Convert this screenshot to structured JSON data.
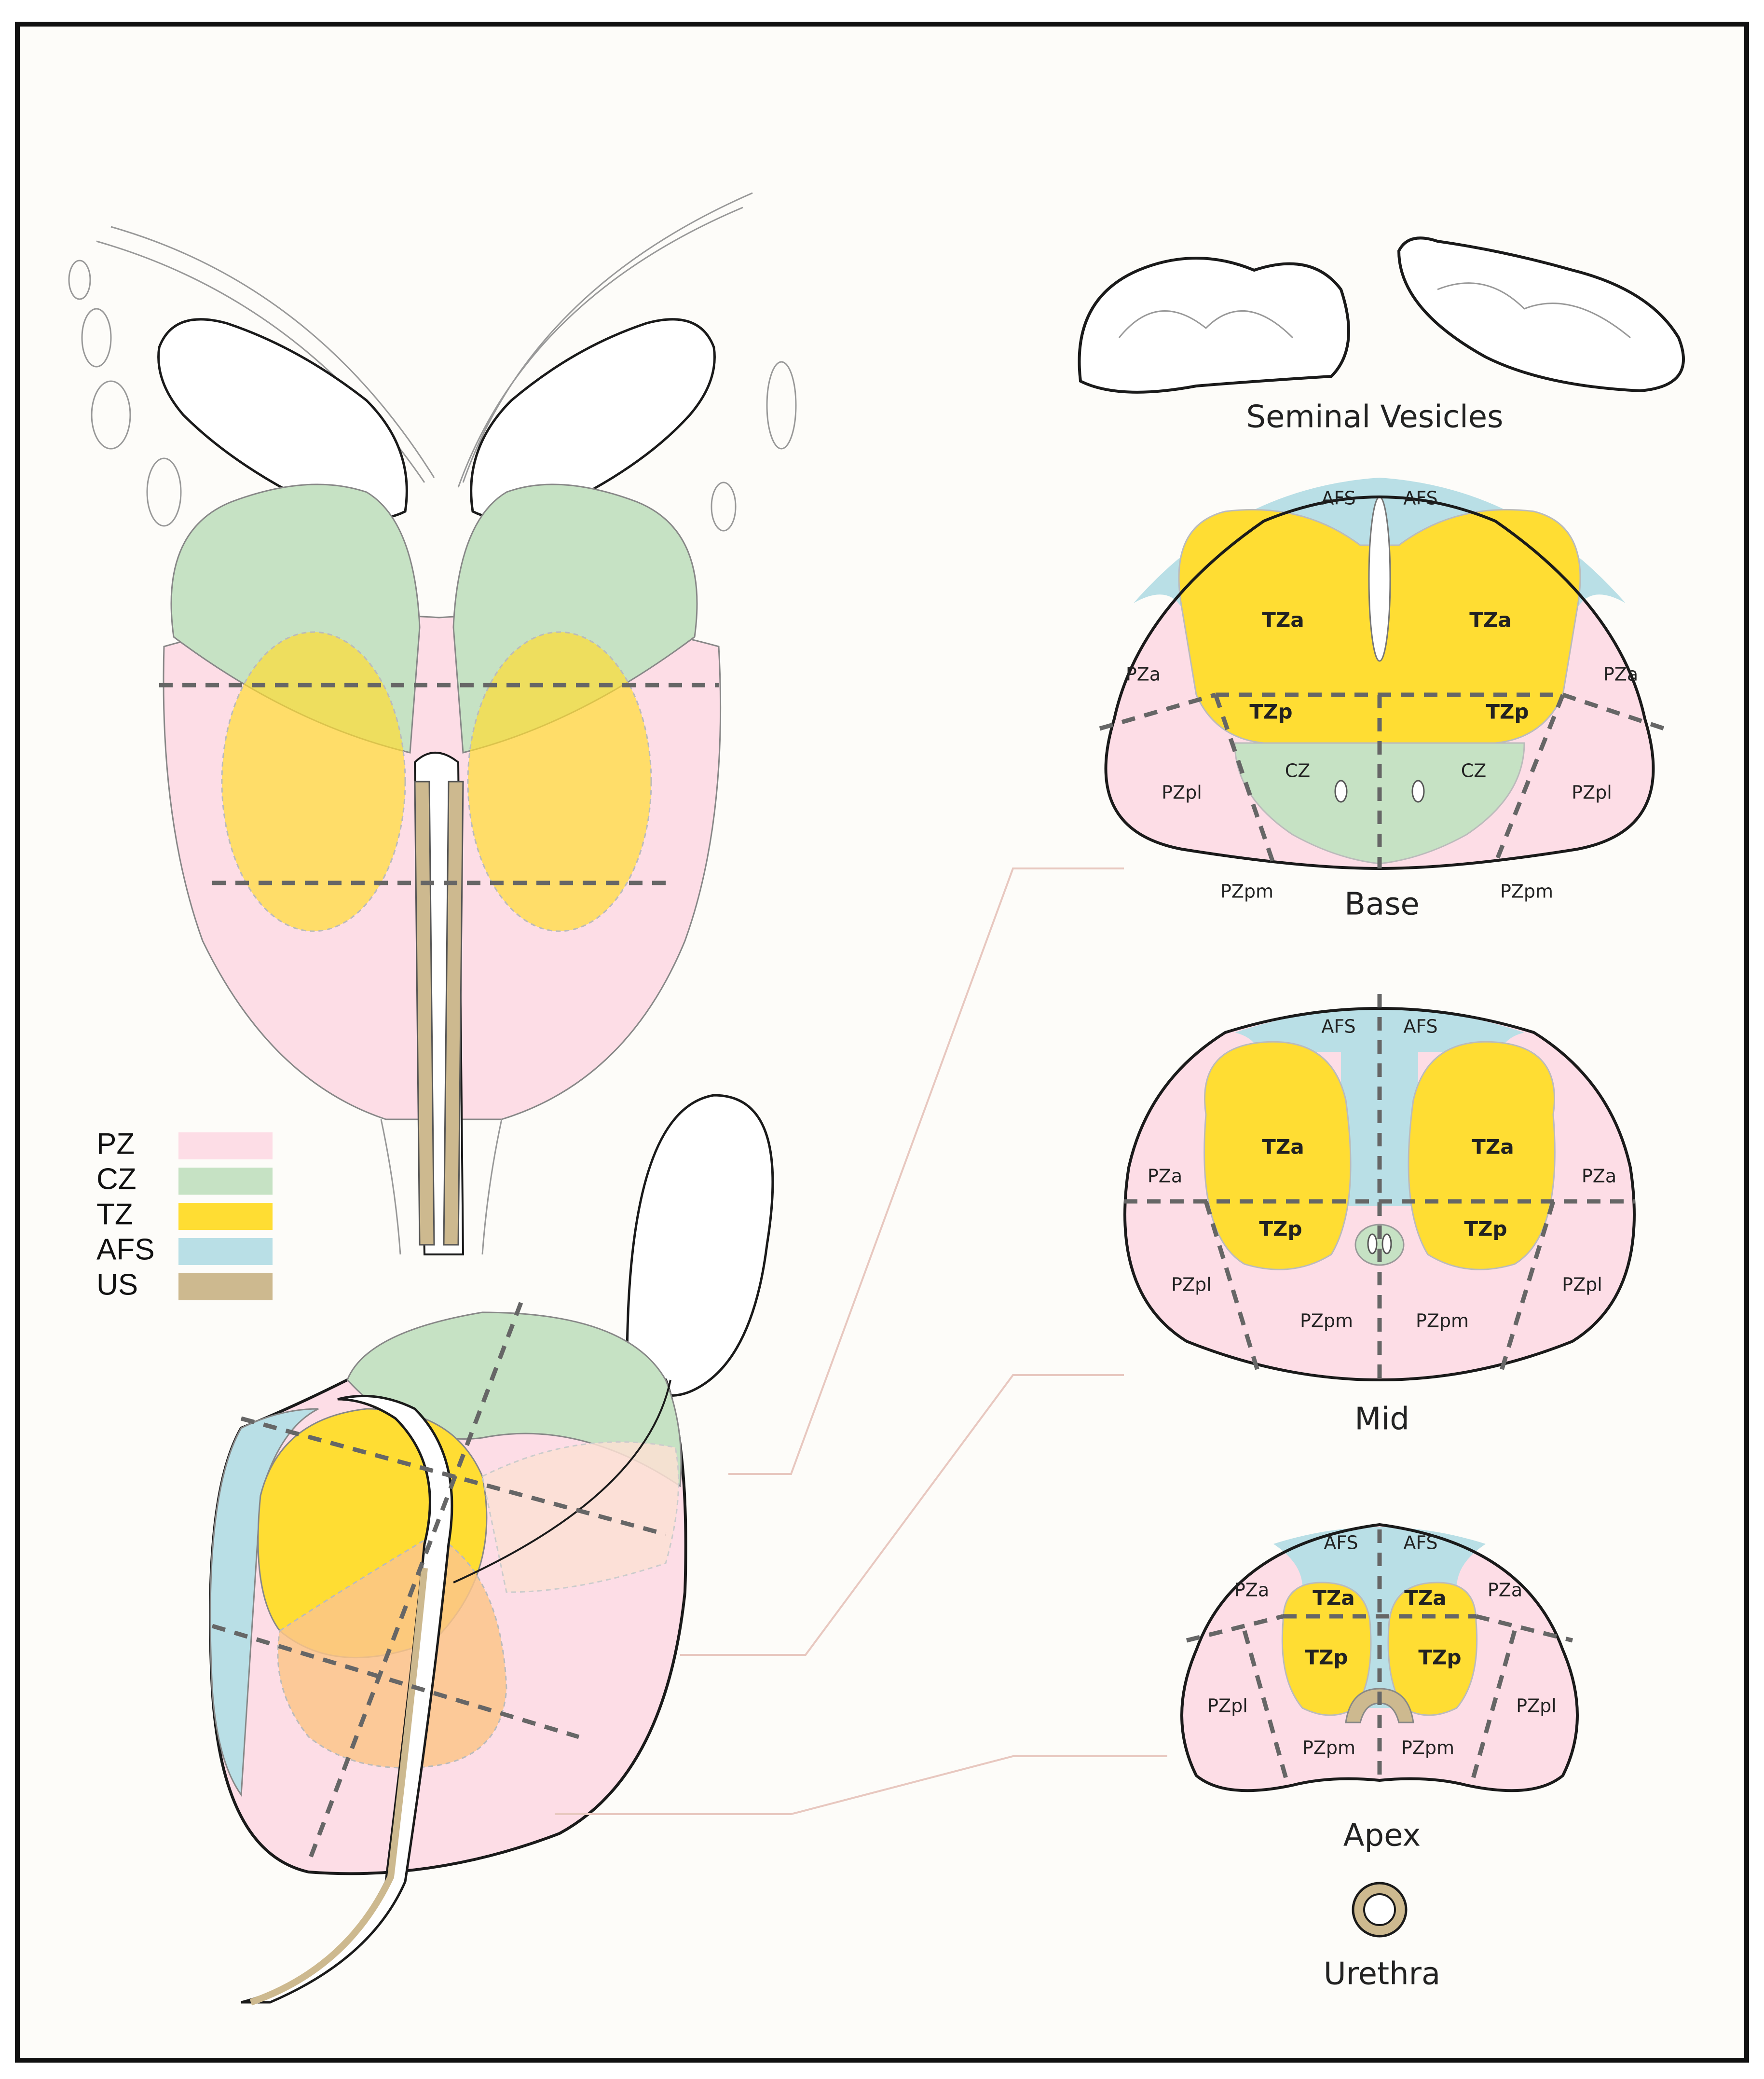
{
  "colors": {
    "PZ": "#fddde6",
    "CZ": "#c6e2c4",
    "TZ": "#ffdd33",
    "AFS": "#b9dfe6",
    "US": "#cdb98f",
    "background": "#fdfcf9"
  },
  "legend": [
    {
      "code": "PZ",
      "color": "#fddde6"
    },
    {
      "code": "CZ",
      "color": "#c6e2c4"
    },
    {
      "code": "TZ",
      "color": "#ffdd33"
    },
    {
      "code": "AFS",
      "color": "#b9dfe6"
    },
    {
      "code": "US",
      "color": "#cdb98f"
    }
  ],
  "captions": {
    "seminal_vesicles": "Seminal Vesicles",
    "base": "Base",
    "mid": "Mid",
    "apex": "Apex",
    "urethra": "Urethra"
  },
  "base": {
    "afs_left": "AFS",
    "afs_right": "AFS",
    "tza_left": "TZa",
    "tza_right": "TZa",
    "pza_left": "PZa",
    "pza_right": "PZa",
    "tzp_left": "TZp",
    "tzp_right": "TZp",
    "cz_left": "CZ",
    "cz_right": "CZ",
    "pzpl_left": "PZpl",
    "pzpl_right": "PZpl",
    "pzpm_left": "PZpm",
    "pzpm_right": "PZpm"
  },
  "mid": {
    "afs_left": "AFS",
    "afs_right": "AFS",
    "tza_left": "TZa",
    "tza_right": "TZa",
    "pza_left": "PZa",
    "pza_right": "PZa",
    "tzp_left": "TZp",
    "tzp_right": "TZp",
    "pzpl_left": "PZpl",
    "pzpl_right": "PZpl",
    "pzpm_left": "PZpm",
    "pzpm_right": "PZpm"
  },
  "apex": {
    "afs_left": "AFS",
    "afs_right": "AFS",
    "tza_left": "TZa",
    "tza_right": "TZa",
    "pza_left": "PZa",
    "pza_right": "PZa",
    "tzp_left": "TZp",
    "tzp_right": "TZp",
    "pzpl_left": "PZpl",
    "pzpl_right": "PZpl",
    "pzpm_left": "PZpm",
    "pzpm_right": "PZpm"
  }
}
